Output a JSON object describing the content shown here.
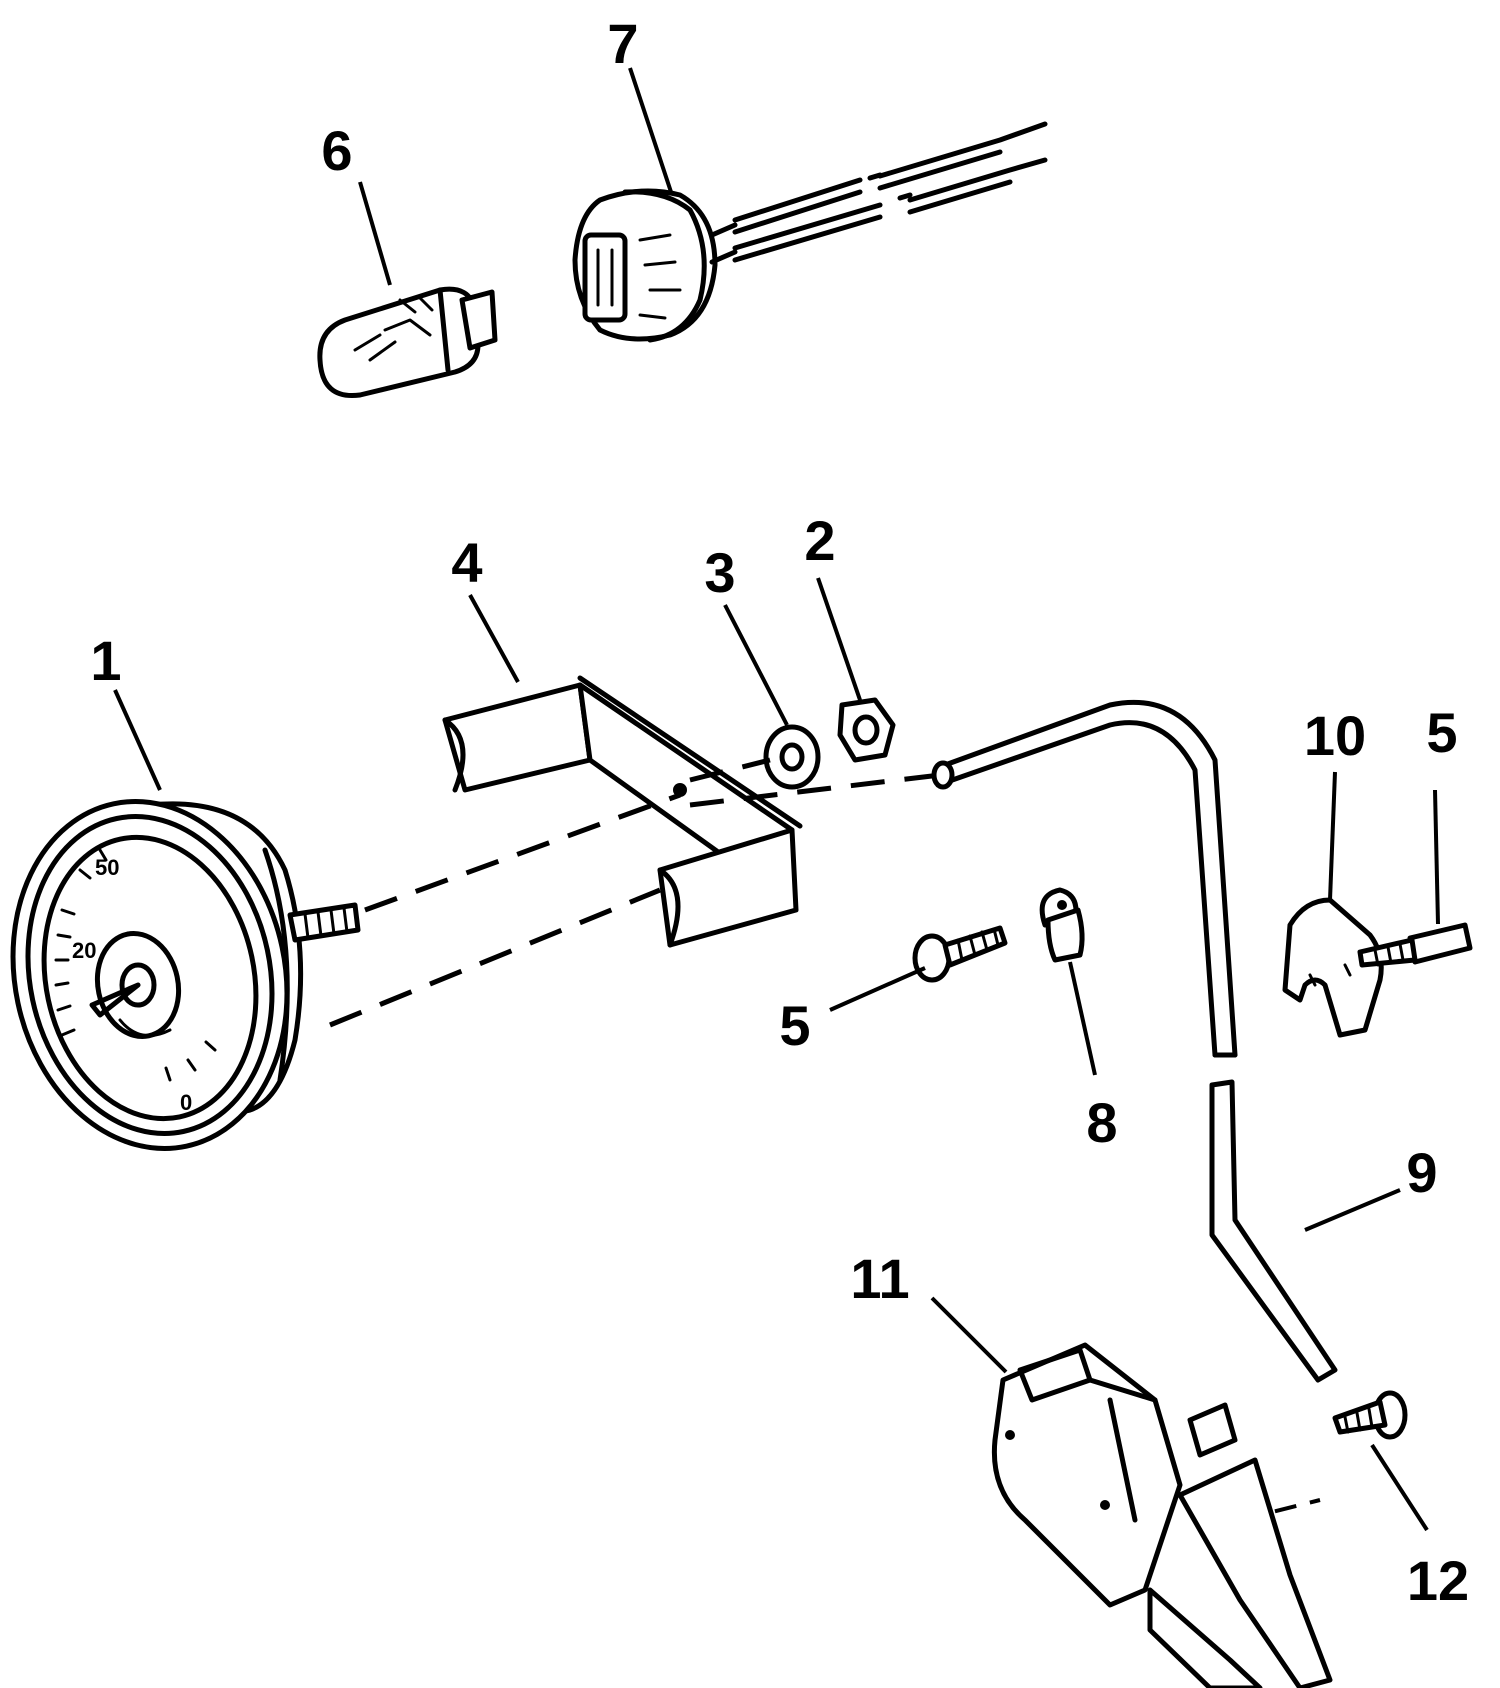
{
  "callouts": {
    "c1": "1",
    "c2": "2",
    "c3": "3",
    "c4": "4",
    "c5a": "5",
    "c5b": "5",
    "c6": "6",
    "c7": "7",
    "c8": "8",
    "c9": "9",
    "c10": "10",
    "c11": "11",
    "c12": "12"
  },
  "gauge_dial": {
    "marks": [
      "50",
      "20",
      "0"
    ]
  }
}
